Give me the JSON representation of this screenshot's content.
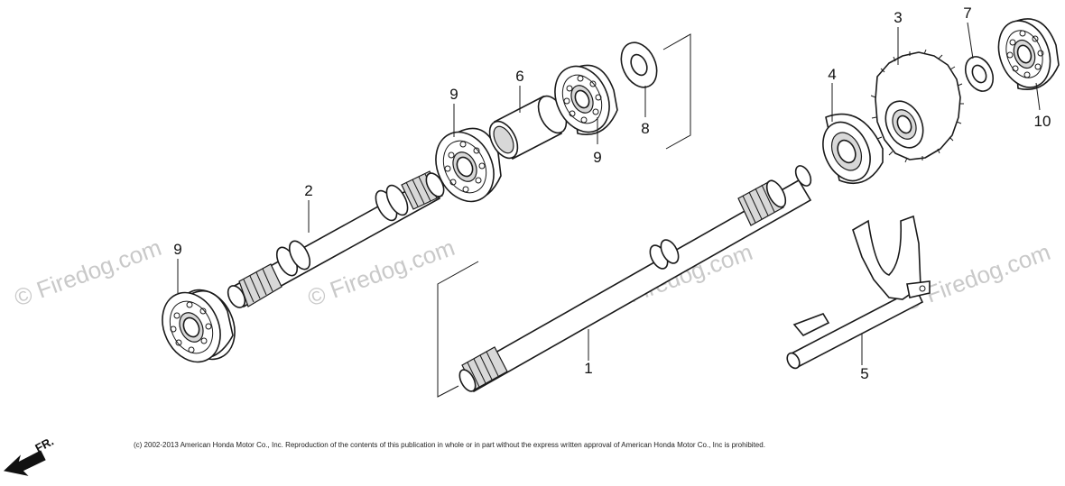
{
  "watermark": {
    "text": "© Firedog.com",
    "color": "#c9c9c9"
  },
  "callouts": [
    {
      "id": "1",
      "label": "1"
    },
    {
      "id": "2",
      "label": "2"
    },
    {
      "id": "3",
      "label": "3"
    },
    {
      "id": "4",
      "label": "4"
    },
    {
      "id": "5",
      "label": "5"
    },
    {
      "id": "6",
      "label": "6"
    },
    {
      "id": "7",
      "label": "7"
    },
    {
      "id": "8",
      "label": "8"
    },
    {
      "id": "9a",
      "label": "9"
    },
    {
      "id": "9b",
      "label": "9"
    },
    {
      "id": "9c",
      "label": "9"
    },
    {
      "id": "10",
      "label": "10"
    }
  ],
  "direction_indicator": {
    "label": "FR."
  },
  "footer": {
    "copyright": "(c) 2002-2013 American Honda Motor Co., Inc. Reproduction of the contents of this publication in whole or in part without the express written approval of American Honda Motor Co., Inc is prohibited."
  },
  "colors": {
    "line": "#1a1a1a",
    "watermark": "#c9c9c9",
    "background": "#ffffff"
  }
}
